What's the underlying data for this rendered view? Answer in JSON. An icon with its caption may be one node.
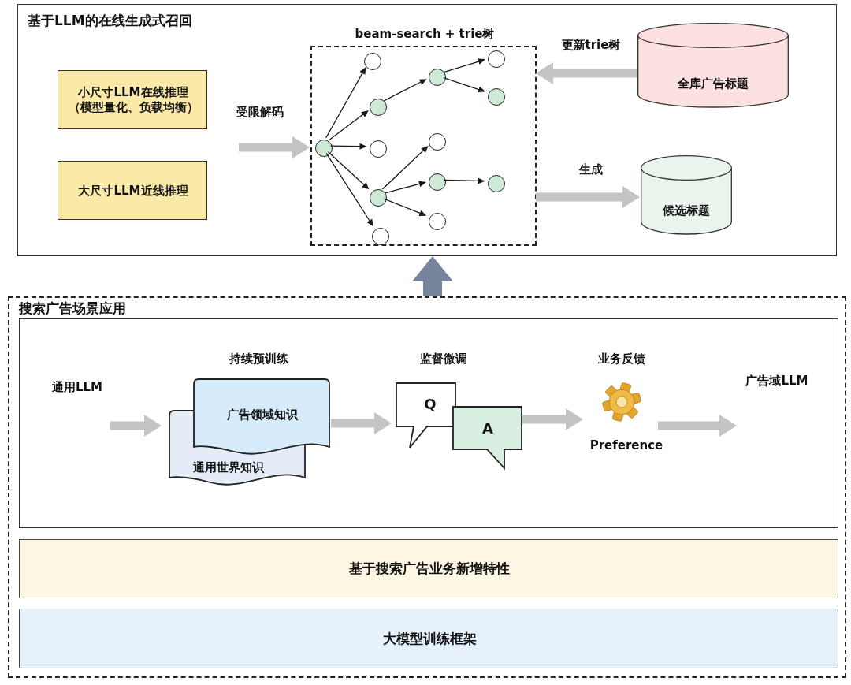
{
  "diagram": {
    "nodes": [
      {
        "text": [
          "基于LLM的在线生成式召回"
        ]
      },
      {
        "text": [
          "小尺寸LLM在线推理（模型量化、负载均衡）"
        ],
        "in": 0
      },
      {
        "text": [
          "大尺寸LLM近线推理"
        ],
        "in": 0
      },
      {
        "text": [
          "beam-search + trie树"
        ],
        "in": 0
      },
      {
        "text": [],
        "shape": "circle",
        "in": 3
      },
      {
        "text": [],
        "shape": "circle",
        "in": 3
      },
      {
        "text": [],
        "shape": "circle",
        "in": 3
      },
      {
        "text": [],
        "shape": "circle",
        "in": 3
      },
      {
        "text": [],
        "shape": "circle",
        "in": 3
      },
      {
        "text": [],
        "shape": "circle",
        "in": 3
      },
      {
        "text": [],
        "shape": "circle",
        "in": 3
      },
      {
        "text": [],
        "shape": "circle",
        "in": 3
      },
      {
        "text": [],
        "shape": "circle",
        "in": 3
      },
      {
        "text": [],
        "shape": "circle",
        "in": 3
      },
      {
        "text": [],
        "shape": "circle",
        "in": 3
      },
      {
        "text": [],
        "shape": "circle",
        "in": 3
      },
      {
        "text": [],
        "shape": "circle",
        "in": 3
      },
      {
        "text": [
          "全库广告标题"
        ],
        "in": 0
      },
      {
        "text": [
          "候选标题"
        ],
        "in": 0
      },
      {
        "text": [
          "搜索广告场景应用"
        ]
      },
      {
        "text": [],
        "shape": "box",
        "in": 19
      },
      {
        "text": [
          "通用LLM"
        ],
        "in": 20
      },
      {
        "text": [
          "广告领域知识",
          "通用世界知识"
        ],
        "beside": [
          "持续预训练"
        ],
        "in": 20
      },
      {
        "text": [
          "Q",
          "A"
        ],
        "beside": [
          "监督微调"
        ],
        "in": 20
      },
      {
        "text": [
          "Preference"
        ],
        "beside": [
          "业务反馈"
        ],
        "in": 20
      },
      {
        "text": [
          "广告域LLM"
        ],
        "in": 20
      },
      {
        "text": [
          "基于搜索广告业务新增特性"
        ],
        "in": 19
      },
      {
        "text": [
          "大模型训练框架"
        ],
        "in": 19
      }
    ],
    "edges": [
      {
        "from": null,
        "to": 3,
        "arrow": "to",
        "label": "受限解码",
        "style": "thick",
        "color": "#c4c4c4"
      },
      {
        "from": 4,
        "to": 5,
        "arrow": "to"
      },
      {
        "from": 4,
        "to": 6,
        "arrow": "to"
      },
      {
        "from": 4,
        "to": 7,
        "arrow": "to"
      },
      {
        "from": 4,
        "to": 8,
        "arrow": "to"
      },
      {
        "from": 4,
        "to": 9,
        "arrow": "to"
      },
      {
        "from": 6,
        "to": 10,
        "arrow": "to"
      },
      {
        "from": 10,
        "to": 14,
        "arrow": "to"
      },
      {
        "from": 10,
        "to": 15,
        "arrow": "to"
      },
      {
        "from": 8,
        "to": 11,
        "arrow": "to"
      },
      {
        "from": 8,
        "to": 12,
        "arrow": "to"
      },
      {
        "from": 8,
        "to": 13,
        "arrow": "to"
      },
      {
        "from": 12,
        "to": 16,
        "arrow": "to"
      },
      {
        "from": 17,
        "to": 3,
        "arrow": "to",
        "label": "更新trie树",
        "style": "thick",
        "color": "#c4c4c4"
      },
      {
        "from": 3,
        "to": 18,
        "arrow": "to",
        "label": "生成",
        "style": "thick",
        "color": "#c4c4c4"
      },
      {
        "from": 19,
        "to": 0,
        "arrow": "to",
        "style": "thick",
        "color": "#76859b"
      },
      {
        "from": 21,
        "to": 22,
        "arrow": "to",
        "style": "thick",
        "color": "#c4c4c4"
      },
      {
        "from": 22,
        "to": 23,
        "arrow": "to",
        "style": "thick",
        "color": "#c4c4c4"
      },
      {
        "from": 23,
        "to": 24,
        "arrow": "to",
        "style": "thick",
        "color": "#c4c4c4"
      },
      {
        "from": 24,
        "to": 25,
        "arrow": "to",
        "style": "thick",
        "color": "#c4c4c4"
      }
    ]
  }
}
